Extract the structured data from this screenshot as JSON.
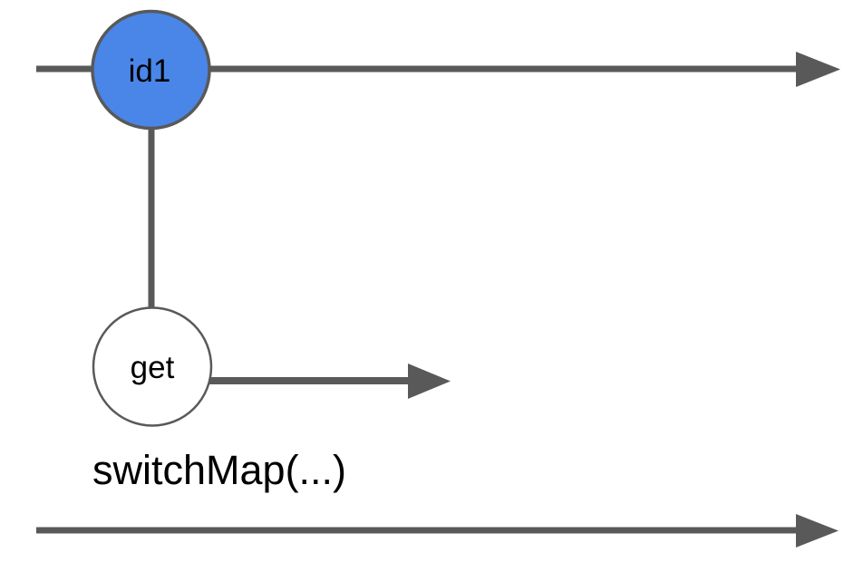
{
  "diagram": {
    "type": "rx-marble-diagram",
    "operator_label": "switchMap(...)",
    "source_stream": {
      "event_label": "id1"
    },
    "inner_stream": {
      "event_label": "get"
    }
  },
  "colors": {
    "background": "#ffffff",
    "line": "#595959",
    "source_event_fill": "#4a86e8",
    "inner_event_fill": "#ffffff",
    "marble_stroke": "#595959",
    "text": "#000000"
  }
}
